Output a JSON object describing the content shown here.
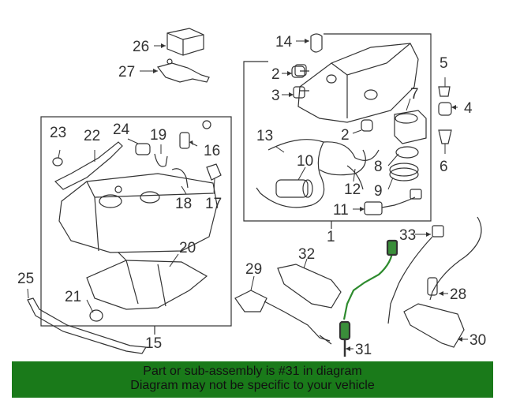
{
  "callouts": {
    "c1": "1",
    "c2a": "2",
    "c2b": "2",
    "c3": "3",
    "c4": "4",
    "c5": "5",
    "c6": "6",
    "c7": "7",
    "c8": "8",
    "c9": "9",
    "c10": "10",
    "c11": "11",
    "c12": "12",
    "c13": "13",
    "c14": "14",
    "c15": "15",
    "c16": "16",
    "c17": "17",
    "c18": "18",
    "c19": "19",
    "c20": "20",
    "c21": "21",
    "c22": "22",
    "c23": "23",
    "c24": "24",
    "c25": "25",
    "c26": "26",
    "c27": "27",
    "c28": "28",
    "c29": "29",
    "c30": "30",
    "c31": "31",
    "c32": "32",
    "c33": "33"
  },
  "footer": {
    "line1": "Part or sub-assembly is #31 in diagram",
    "line2": "Diagram may not be specific to your vehicle"
  },
  "colors": {
    "footer_bg": "#1a7a1a",
    "highlight": "#2e8b2e",
    "line": "#333333"
  }
}
